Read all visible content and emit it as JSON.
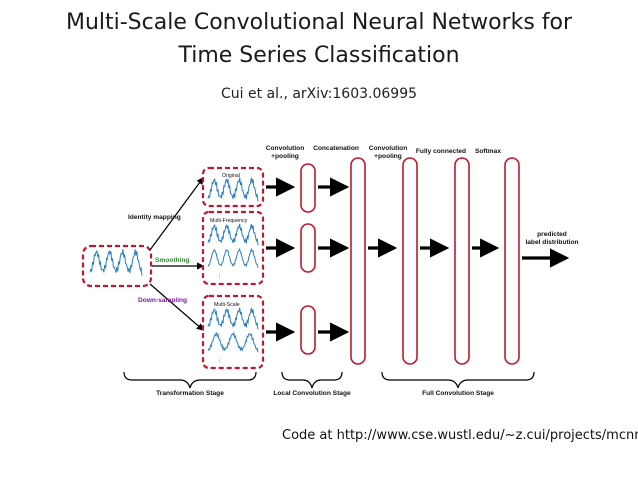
{
  "slide": {
    "title_line1": "Multi-Scale Convolutional Neural Networks for",
    "title_line2": "Time Series Classification",
    "citation": "Cui et al., arXiv:1603.06995",
    "footer": "Code at http://www.cse.wustl.edu/~z.cui/projects/mcnn/"
  },
  "diagram": {
    "top_labels": {
      "conv_pool_1": [
        "Convolution",
        "+pooling"
      ],
      "concatenation": "Concatenation",
      "conv_pool_2": [
        "Convolution",
        "+pooling"
      ],
      "fully_connected": "Fully connected",
      "softmax": "Softmax"
    },
    "branch_labels": {
      "identity": "Identity mapping",
      "smoothing": "Smoothing",
      "downsampling": "Down-sampling"
    },
    "box_labels": {
      "original": "Original",
      "multi_frequency": "Multi-Frequency",
      "multi_scale": "Multi-Scale"
    },
    "ellipsis": "⋮",
    "output_label": [
      "predicted",
      "label distribution"
    ],
    "stage_labels": {
      "transformation": "Transformation Stage",
      "local_conv": "Local Convolution Stage",
      "full_conv": "Full Convolution Stage"
    },
    "colors": {
      "dashed_box": "#c0182c",
      "signal": "#2a7ec0",
      "smoothing": "#2e8b2e",
      "downsampling": "#7a1a9a",
      "layer": "#c0182c"
    }
  }
}
